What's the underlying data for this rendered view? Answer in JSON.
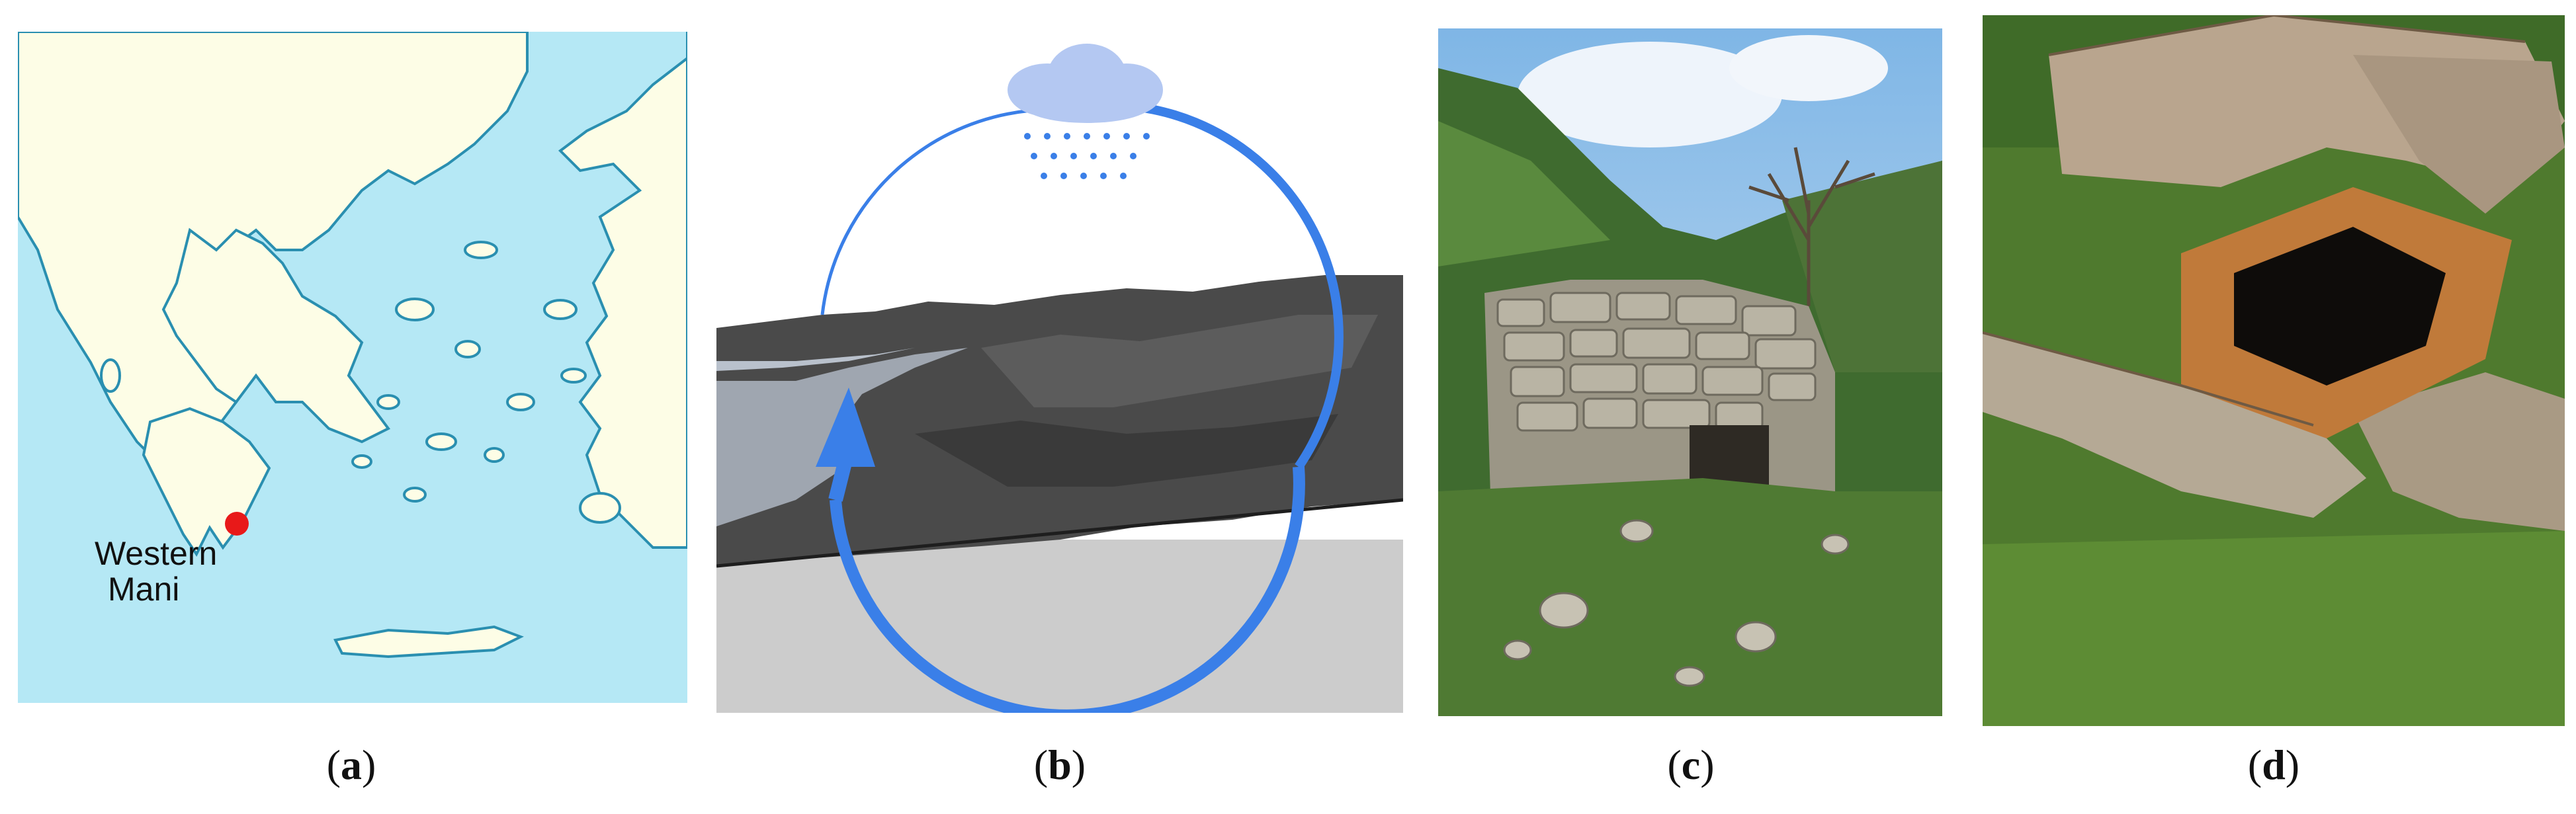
{
  "panels": {
    "a": {
      "caption_letter": "a",
      "label_line1": "Western",
      "label_line2": "Mani",
      "colors": {
        "sea": "#b5e8f5",
        "land": "#fdfde6",
        "coast": "#2a8fb0",
        "marker": "#e81919"
      }
    },
    "b": {
      "caption_letter": "b",
      "icons": [
        "rain-cloud-icon",
        "cycle-arrow-icon"
      ],
      "colors": {
        "cycle": "#3a7fe8",
        "cloud": "#b4c8f2",
        "drops": "#3a7fe8",
        "base": "#cccccc"
      }
    },
    "c": {
      "caption_letter": "c"
    },
    "d": {
      "caption_letter": "d"
    }
  }
}
